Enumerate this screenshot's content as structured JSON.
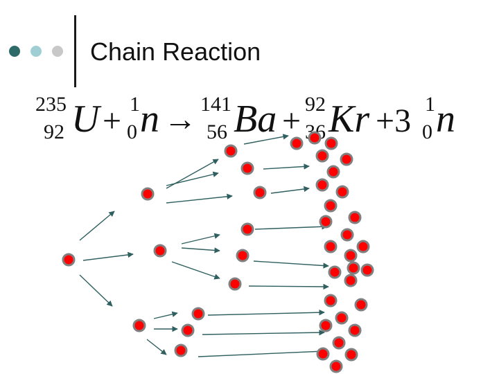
{
  "slide": {
    "title": "Chain Reaction",
    "accent_colors": [
      "#2e6b68",
      "#9fcfd3",
      "#c8c8c8"
    ]
  },
  "equation": {
    "terms": [
      {
        "mass": "235",
        "atomic": "92",
        "symbol": "U"
      },
      {
        "op": "+"
      },
      {
        "mass": "1",
        "atomic": "0",
        "symbol": "n"
      },
      {
        "op": "→"
      },
      {
        "mass": "141",
        "atomic": "56",
        "symbol": "Ba"
      },
      {
        "op": "+"
      },
      {
        "mass": "92",
        "atomic": "36",
        "symbol": "Kr"
      },
      {
        "op": "+3"
      },
      {
        "mass": "1",
        "atomic": "0",
        "symbol": "n"
      }
    ]
  },
  "diagram": {
    "nucleus_color": "#ff0000",
    "nucleus_border": "#808080",
    "arrow_color": "#2f5f5f",
    "generations": [
      1,
      3,
      9,
      27
    ]
  }
}
